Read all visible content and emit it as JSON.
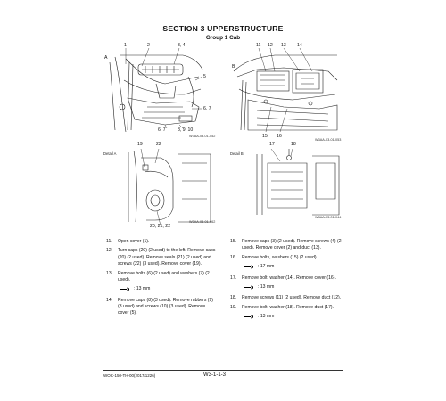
{
  "header": {
    "section_title": "SECTION 3 UPPERSTRUCTURE",
    "group_title": "Group 1 Cab"
  },
  "figures": {
    "top_left": {
      "code": "W3AA-03-01-052",
      "callouts": [
        "1",
        "2",
        "3, 4",
        "5",
        "6, 7",
        "8, 9, 10",
        "6, 7",
        "A"
      ]
    },
    "top_right": {
      "code": "W3AA-03-01-053",
      "callouts": [
        "11",
        "12",
        "13",
        "14",
        "15",
        "16",
        "B"
      ]
    },
    "bottom_left": {
      "detail_label": "Detail A",
      "code": "W3AA-03-01-062",
      "callouts": [
        "19",
        "22",
        "20, 21, 22"
      ]
    },
    "bottom_right": {
      "detail_label": "Detail B",
      "code": "W3AA-03-01-044",
      "callouts": [
        "17",
        "18"
      ]
    }
  },
  "steps_left": [
    {
      "n": "11.",
      "text": "Open cover (1)."
    },
    {
      "n": "12.",
      "text": "Turn caps (20) (2 used) to the left. Remove caps (20) (2 used). Remove seals (21) (2 used) and screws (22) (3 used). Remove cover (19)."
    },
    {
      "n": "13.",
      "text": "Remove bolts (6) (2 used) and washers (7) (2 used).",
      "spec": ": 13 mm"
    },
    {
      "n": "14.",
      "text": "Remove caps (8) (3 used). Remove rubbers (9) (3 used) and screws (10) (3 used). Remove cover (5)."
    }
  ],
  "steps_right": [
    {
      "n": "15.",
      "text": "Remove caps (3) (2 used). Remove screws (4) (2 used). Remove cover (2) and duct (13)."
    },
    {
      "n": "16.",
      "text": "Remove bolts, washers (15) (2 used).",
      "spec": ": 17 mm"
    },
    {
      "n": "17.",
      "text": "Remove bolt, washer (14). Remove cover (16).",
      "spec": ": 13 mm"
    },
    {
      "n": "18.",
      "text": "Remove screws (11) (2 used). Remove duct (12)."
    },
    {
      "n": "19.",
      "text": "Remove bolt, washer (18). Remove duct (17).",
      "spec": ": 13 mm"
    }
  ],
  "footer": {
    "doc_code": "WOC-150-TH-00(2017/1226)",
    "page_number": "W3-1-1-3"
  }
}
